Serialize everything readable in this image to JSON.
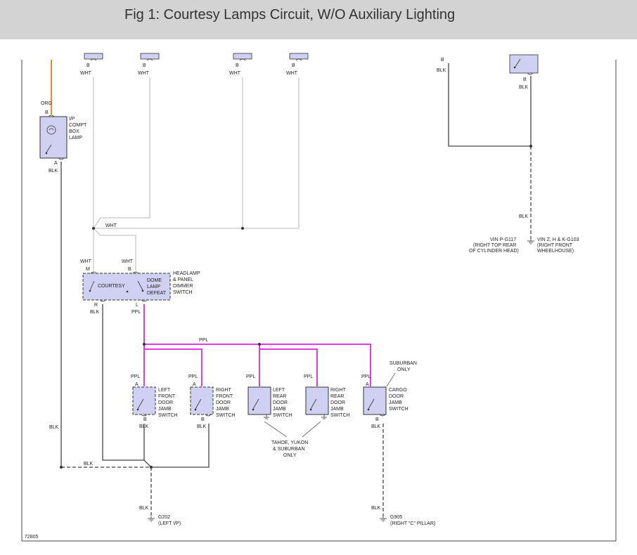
{
  "header": {
    "title": "Fig 1: Courtesy Lamps Circuit, W/O Auxiliary Lighting"
  },
  "colors": {
    "wire_org": "#f58a1f",
    "wire_ppl": "#e23be6",
    "wire_wht": "#cfcfcf",
    "wire_blk": "#444444",
    "component_fill": "#cfd0f2",
    "header_bg": "#d3d3d3"
  },
  "figure_id": "72805",
  "top_connectors": {
    "pin": "B",
    "wire": "WHT"
  },
  "top_right": {
    "pin_left": "B",
    "pin_right": "B",
    "wire_left": "BLK",
    "wire_right": "BLK",
    "wire_lower": "BLK"
  },
  "grounds": {
    "g117": {
      "line1": "VIN P-G117",
      "line2": "(RIGHT TOP REAR",
      "line3": "OF CYLINDER HEAD)"
    },
    "g103": {
      "line1": "VIN Z, H & K-G103",
      "line2": "(RIGHT FRONT",
      "line3": "WHEELHOUSE)"
    },
    "g202": {
      "line1": "G202",
      "line2": "(LEFT I/P)"
    },
    "g905": {
      "line1": "G905",
      "line2": "(RIGHT \"C\" PILLAR)"
    }
  },
  "lamp": {
    "label_lines": [
      "I/P",
      "COMPT",
      "BOX",
      "LAMP"
    ],
    "wire_in": "ORG",
    "pin_in": "B",
    "pin_out": "A",
    "wire_out": "BLK"
  },
  "splice_wht": "WHT",
  "dimmer": {
    "label_lines": [
      "HEADLAMP",
      "& PANEL",
      "DIMMER",
      "SWITCH"
    ],
    "courtesy": "COURTESY",
    "dome_lines": [
      "DOME",
      "LAMP",
      "DEFEAT"
    ],
    "pin_m": "M",
    "pin_b": "B",
    "pin_r": "R",
    "pin_l": "L",
    "wire_m": "WHT",
    "wire_b": "WHT",
    "wire_r": "BLK",
    "wire_l": "PPL"
  },
  "bus_ppl": "PPL",
  "jamb_switches": [
    {
      "lines": [
        "LEFT",
        "FRONT",
        "DOOR",
        "JAMB",
        "SWITCH"
      ],
      "pin_a": "A",
      "pin_b": "B",
      "wire_a": "PPL",
      "wire_b": "BLK"
    },
    {
      "lines": [
        "RIGHT",
        "FRONT",
        "DOOR",
        "JAMB",
        "SWITCH"
      ],
      "pin_a": "A",
      "pin_b": "B",
      "wire_a": "PPL",
      "wire_b": "BLK"
    },
    {
      "lines": [
        "LEFT",
        "REAR",
        "DOOR",
        "JAMB",
        "SWITCH"
      ],
      "pin_a": "",
      "pin_b": "",
      "wire_a": "PPL",
      "wire_b": ""
    },
    {
      "lines": [
        "RIGHT",
        "REAR",
        "DOOR",
        "JAMB",
        "SWITCH"
      ],
      "pin_a": "",
      "pin_b": "",
      "wire_a": "PPL",
      "wire_b": ""
    },
    {
      "lines": [
        "CARGO",
        "DOOR",
        "JAMB",
        "SWITCH"
      ],
      "pin_a": "A",
      "pin_b": "B",
      "wire_a": "PPL",
      "wire_b": "BLK"
    }
  ],
  "notes": {
    "suburban_only": [
      "SUBURBAN",
      "ONLY"
    ],
    "tahoe_note": [
      "TAHOE, YUKON",
      "& SUBURBAN",
      "ONLY"
    ]
  },
  "blk_labels": {
    "left_vertical": "BLK",
    "bottom_bus": "BLK",
    "g202_wire": "BLK",
    "g905_wire": "BLK"
  }
}
